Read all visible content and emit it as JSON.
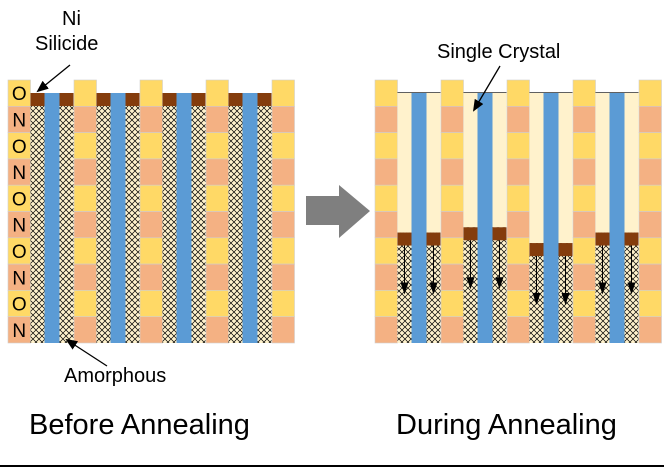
{
  "labels": {
    "ni": "Ni",
    "silicide": "Silicide",
    "single_crystal": "Single Crystal",
    "amorphous": "Amorphous",
    "before": "Before Annealing",
    "during": "During Annealing"
  },
  "layer_stack": [
    "O",
    "N",
    "O",
    "N",
    "O",
    "N",
    "O",
    "N",
    "O",
    "N"
  ],
  "colors": {
    "oxide": "#FFD966",
    "nitride": "#F4B183",
    "channel": "#5B9BD5",
    "silicide": "#843C0C",
    "crystal": "#FFF2CC",
    "amorphous": "#FFF2CC",
    "transition_arrow": "#7F7F7F"
  },
  "before": {
    "hole_count": 4
  },
  "during": {
    "hole_count": 4,
    "silicide_front_depth_layers": [
      5.8,
      5.6,
      6.2,
      5.8
    ]
  }
}
